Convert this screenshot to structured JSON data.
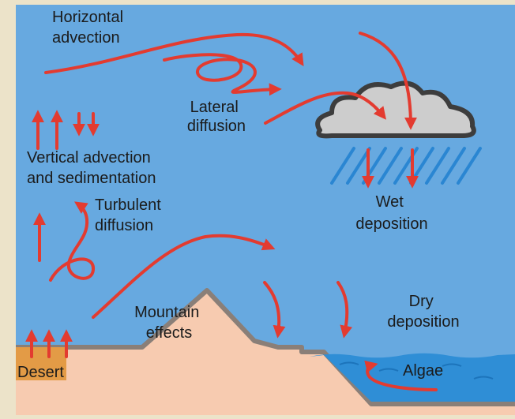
{
  "colors": {
    "sky": "#67a9e0",
    "ground": "#f7cbb0",
    "ridge": "#8a7f78",
    "water": "#2f8ed6",
    "desert": "#e39b46",
    "arrow": "#e33b30",
    "cloud": "#cdcdcd",
    "rain": "#2a86d2",
    "text": "#1b1b1b",
    "frame": "#ece3c9"
  },
  "labels": {
    "horizontal_advection": [
      "Horizontal",
      "advection"
    ],
    "lateral_diffusion": [
      "Lateral",
      "diffusion"
    ],
    "vertical_advection": [
      "Vertical advection",
      "and sedimentation"
    ],
    "turbulent_diffusion": [
      "Turbulent",
      "diffusion"
    ],
    "wet_deposition": [
      "Wet",
      "deposition"
    ],
    "mountain_effects": [
      "Mountain",
      "effects"
    ],
    "dry_deposition": [
      "Dry",
      "deposition"
    ],
    "algae": "Algae",
    "desert": "Desert"
  },
  "icons": {
    "cloud": "cloud-icon",
    "rain": "rain-streaks-icon"
  }
}
